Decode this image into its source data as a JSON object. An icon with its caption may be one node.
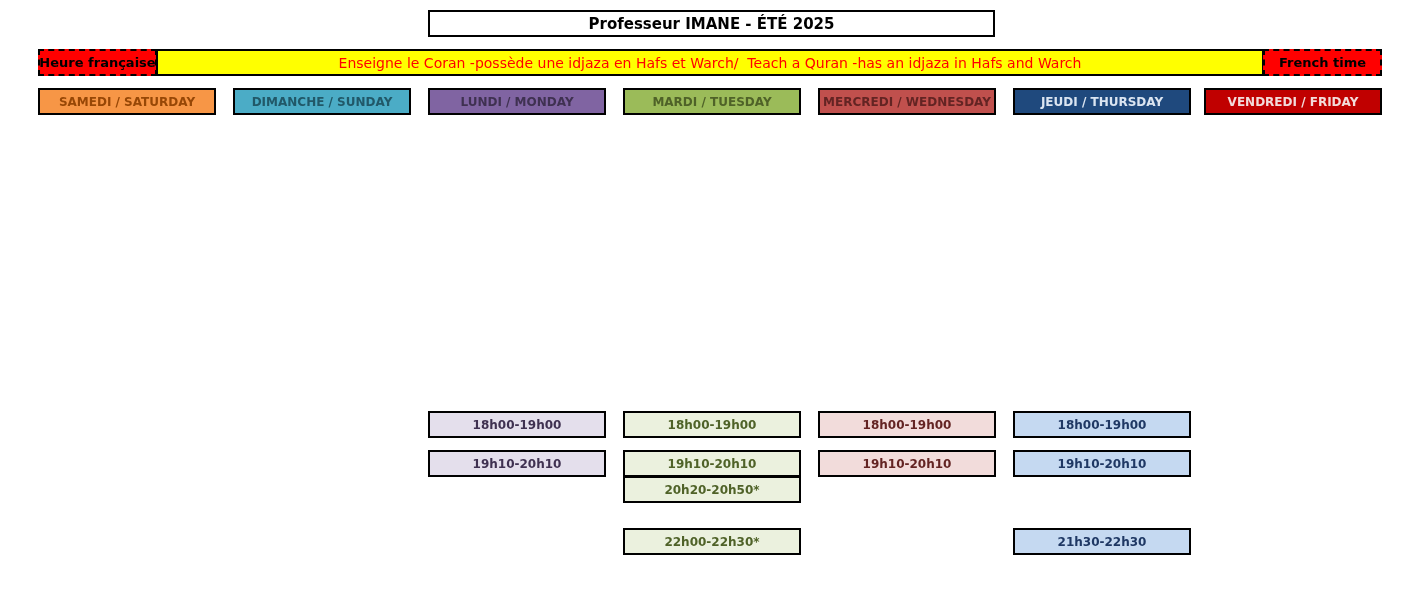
{
  "diagram": {
    "title": "Professeur IMANE - ÉTÉ 2025",
    "nodes": [
      {
        "text": [
          "Heure française"
        ]
      },
      {
        "text": [
          "Enseigne le Coran -possède une idjaza en Hafs et Warch/  Teach a Quran -has an idjaza in Hafs and Warch"
        ]
      },
      {
        "text": [
          "French time"
        ]
      },
      {
        "text": [
          "SAMEDI / SATURDAY"
        ]
      },
      {
        "text": [
          "DIMANCHE / SUNDAY"
        ]
      },
      {
        "text": [
          "LUNDI / MONDAY"
        ]
      },
      {
        "text": [
          "MARDI / TUESDAY"
        ]
      },
      {
        "text": [
          "MERCREDI / WEDNESDAY"
        ]
      },
      {
        "text": [
          "JEUDI / THURSDAY"
        ]
      },
      {
        "text": [
          "VENDREDI / FRIDAY"
        ]
      },
      {
        "text": [
          "18h00-19h00"
        ]
      },
      {
        "text": [
          "18h00-19h00"
        ]
      },
      {
        "text": [
          "18h00-19h00"
        ]
      },
      {
        "text": [
          "18h00-19h00"
        ]
      },
      {
        "text": [
          "19h10-20h10"
        ]
      },
      {
        "text": [
          "19h10-20h10"
        ]
      },
      {
        "text": [
          "19h10-20h10"
        ]
      },
      {
        "text": [
          "19h10-20h10"
        ]
      },
      {
        "text": [
          "20h20-20h50*"
        ]
      },
      {
        "text": [
          "22h00-22h30*"
        ]
      },
      {
        "text": [
          "21h30-22h30"
        ]
      }
    ]
  }
}
